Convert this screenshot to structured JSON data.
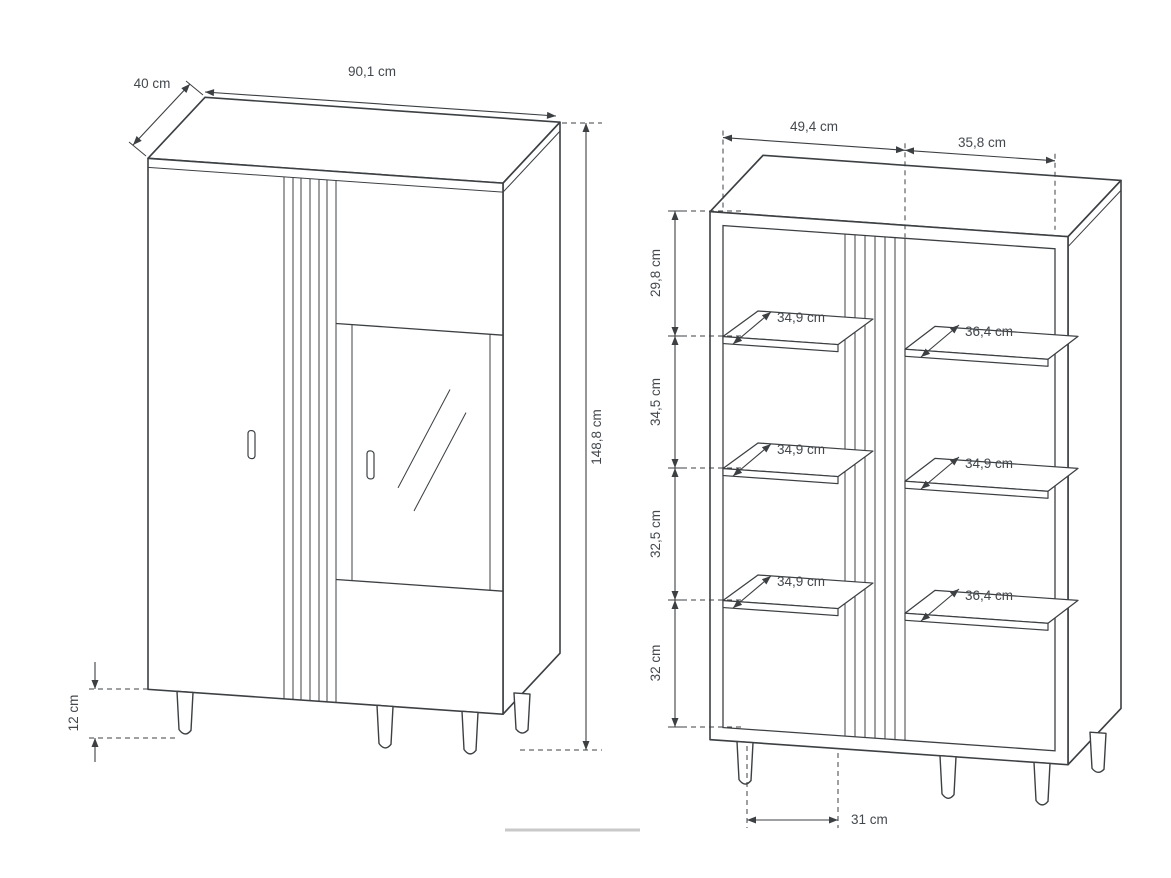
{
  "diagram": {
    "front_view": {
      "width": "90,1 cm",
      "depth": "40 cm",
      "height": "148,8 cm",
      "leg_height": "12 cm"
    },
    "interior_view": {
      "left_section_width": "49,4 cm",
      "right_section_width": "35,8 cm",
      "compartment_heights": [
        "29,8 cm",
        "34,5 cm",
        "32,5 cm",
        "32 cm"
      ],
      "left_shelf_depths": [
        "34,9 cm",
        "34,9 cm",
        "34,9 cm"
      ],
      "right_shelf_depths": [
        "36,4 cm",
        "34,9 cm",
        "36,4 cm"
      ],
      "bottom_inner_width": "31 cm"
    },
    "colors": {
      "line": "#3c4043",
      "text": "#43484d",
      "background": "#ffffff"
    }
  }
}
